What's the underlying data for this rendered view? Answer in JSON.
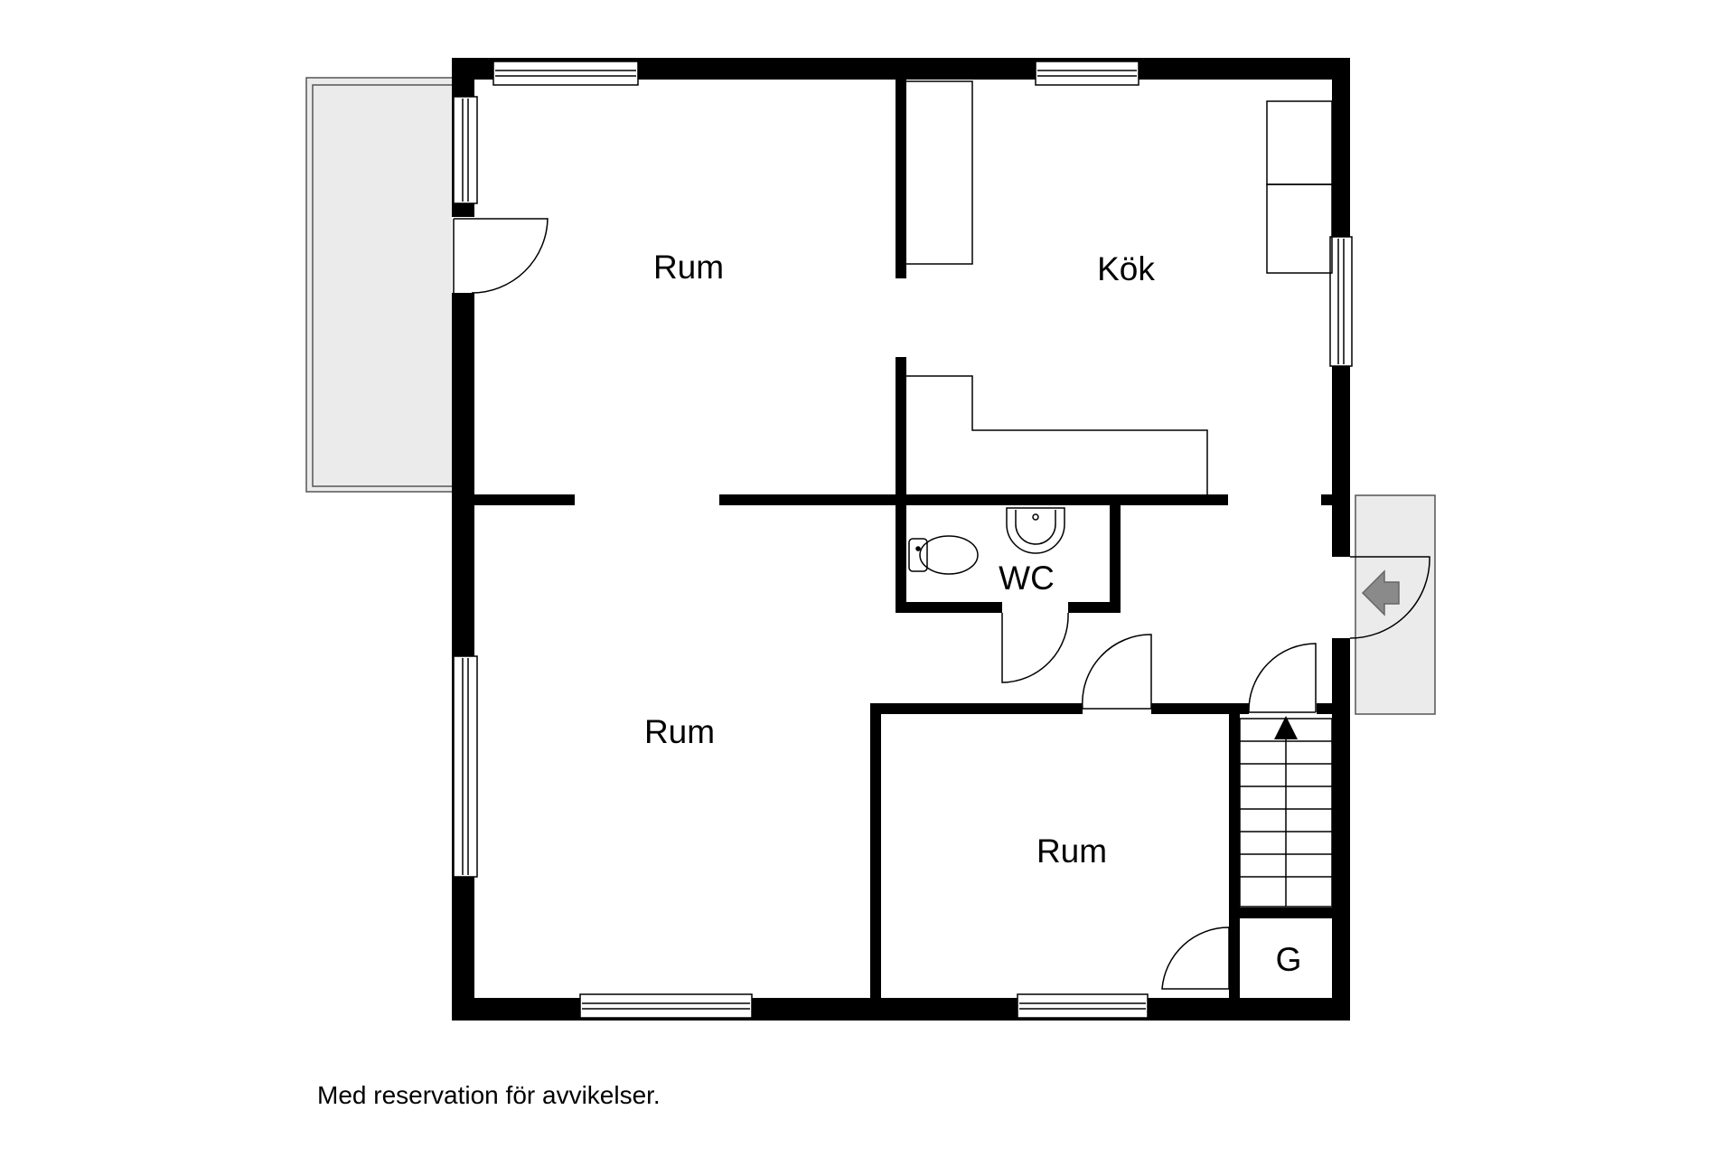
{
  "rooms": {
    "rum_top_left": "Rum",
    "kok": "Kök",
    "wc": "WC",
    "rum_bottom_left": "Rum",
    "rum_bottom_middle": "Rum",
    "g": "G"
  },
  "disclaimer": "Med reservation för avvikelser.",
  "colors": {
    "wall": "#000000",
    "background": "#ffffff",
    "balcony_fill": "#ebebeb",
    "porch_fill": "#ebebeb",
    "entry_arrow": "#8a8a8a"
  }
}
